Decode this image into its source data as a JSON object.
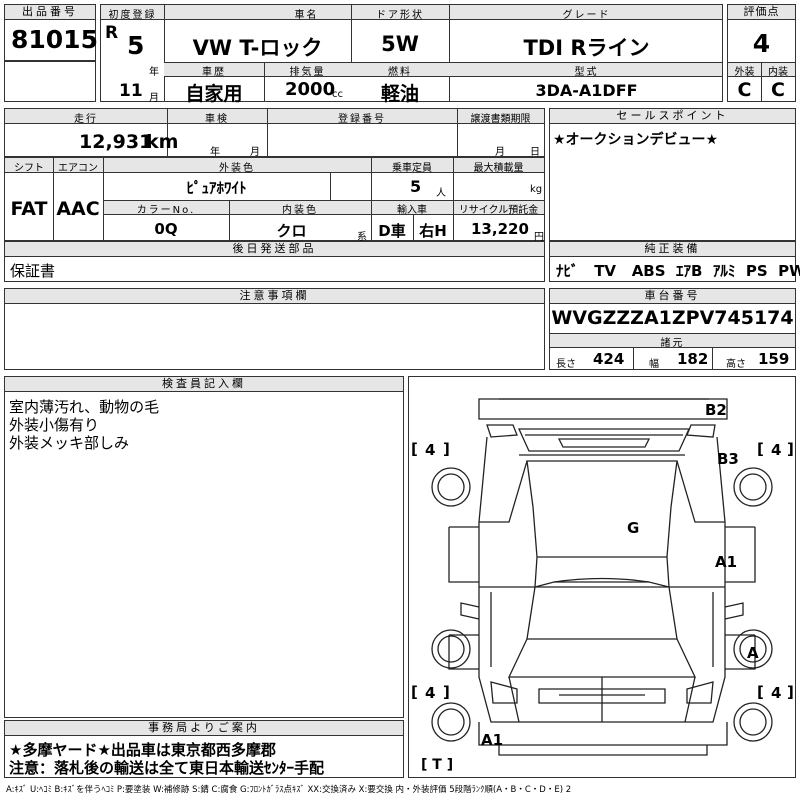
{
  "header": {
    "labels": {
      "lot": "出品番号",
      "first_reg": "初度登録",
      "name": "車名",
      "door": "ドア形状",
      "grade": "グレード",
      "score": "評価点",
      "history": "車歴",
      "displacement": "排気量",
      "fuel": "燃料",
      "model": "型式",
      "exterior": "外装",
      "interior": "内装"
    },
    "lot_number": "81015",
    "era": "R",
    "year": "5",
    "year_unit": "年",
    "month": "11",
    "month_unit": "月",
    "car_name": "VW T-ロック",
    "door_type": "5W",
    "grade": "TDI Rライン",
    "score": "4",
    "history": "自家用",
    "displacement": "2000",
    "displacement_unit": "cc",
    "fuel": "軽油",
    "model_code": "3DA-A1DFF",
    "exterior_grade": "C",
    "interior_grade": "C"
  },
  "row2": {
    "labels": {
      "mileage": "走行",
      "inspection": "車検",
      "reg_no": "登録番号",
      "transfer": "譲渡書類期限",
      "sales_point": "セールスポイント"
    },
    "mileage": "12,931",
    "mileage_unit": "km",
    "inspection_year_unit": "年",
    "inspection_month_unit": "月",
    "transfer_month_unit": "月",
    "transfer_day_unit": "日",
    "sales_point": "★オークションデビュー★"
  },
  "row3": {
    "labels": {
      "shift": "シフト",
      "aircon": "エアコン",
      "ext_color": "外装色",
      "capacity": "乗車定員",
      "max_load": "最大積載量",
      "color_no": "カラーNo.",
      "int_color": "内装色",
      "import": "輸入車",
      "recycle": "リサイクル預託金"
    },
    "shift": "FAT",
    "aircon": "AAC",
    "ext_color": "ﾋﾟｭｱﾎﾜｲﾄ",
    "capacity": "5",
    "capacity_unit": "人",
    "max_load_unit": "kg",
    "color_no": "0Q",
    "int_color": "クロ",
    "int_color_unit": "系",
    "import_type": "D車",
    "handle": "右H",
    "recycle": "13,220",
    "recycle_unit": "円"
  },
  "later_parts": {
    "label": "後日発送部品",
    "value": "保証書"
  },
  "equipment": {
    "label": "純正装備",
    "items": [
      "ﾅﾋﾞ",
      "TV",
      "ABS",
      "ｴｱB",
      "ｱﾙﾐ",
      "PS",
      "PW"
    ]
  },
  "notes": {
    "label": "注意事項欄"
  },
  "chassis": {
    "label": "車台番号",
    "value": "WVGZZZA1ZPV745174",
    "spec_label": "諸元",
    "length_label": "長さ",
    "length": "424",
    "width_label": "幅",
    "width": "182",
    "height_label": "高さ",
    "height": "159"
  },
  "inspector": {
    "label": "検査員記入欄",
    "lines": [
      "室内薄汚れ、動物の毛",
      "外装小傷有り",
      "外装メッキ部しみ"
    ]
  },
  "office": {
    "label": "事務局よりご案内",
    "lines": [
      "★多摩ヤード★出品車は東京都西多摩郡",
      "注意：落札後の輸送は全て東日本輸送ｾﾝﾀｰ手配"
    ]
  },
  "diagram": {
    "tires": {
      "front_left": "4",
      "front_right": "4",
      "rear_left": "4",
      "rear_right": "4",
      "bracket_open": "[",
      "bracket_close": "]"
    },
    "spare": "[ T ]",
    "damage_labels": {
      "rear": "B2",
      "rear_right": "B3",
      "roof": "G",
      "right_side": "A1",
      "right_front_wheel": "A",
      "front_left": "A1"
    }
  },
  "legend": "A:ｷｽﾞ U:ﾍｺﾐ B:ｷｽﾞを伴うﾍｺﾐ P:要塗装 W:補修跡 S:錆 C:腐食 G:ﾌﾛﾝﾄｶﾞﾗｽ点ｷｽﾞ XX:交換済み X:要交換 内・外装評価 5段階ﾗﾝｸ順(A・B・C・D・E) 2"
}
